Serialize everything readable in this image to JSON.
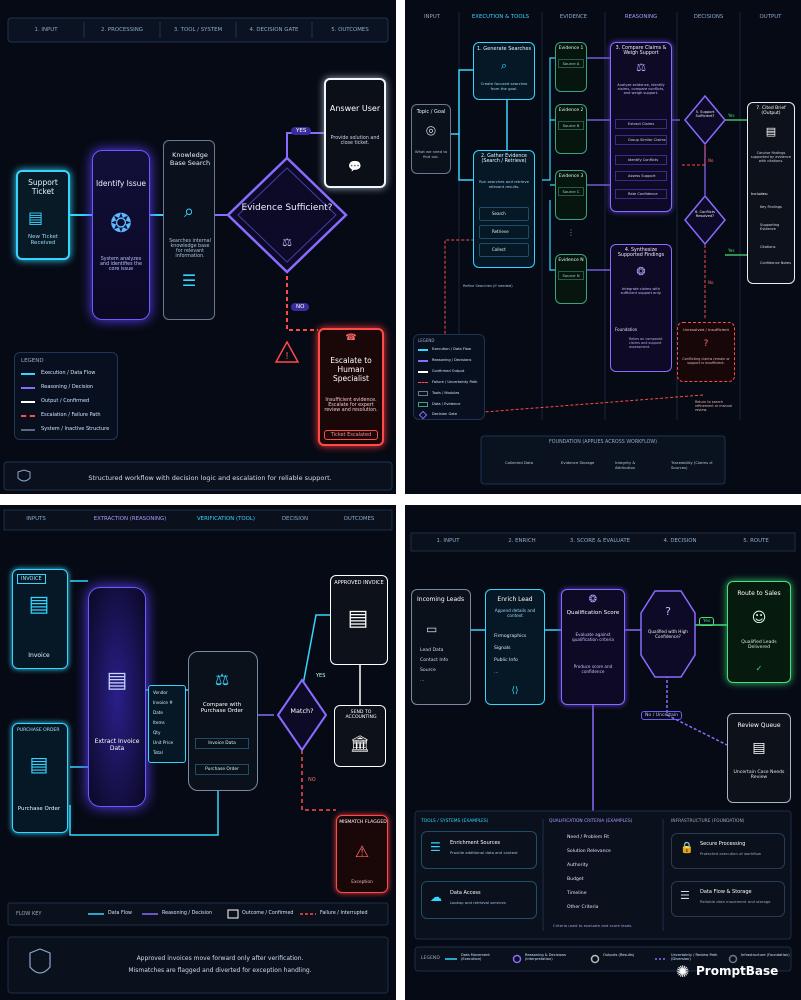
{
  "p1": {
    "stages": [
      "1. INPUT",
      "2. PROCESSING",
      "3. TOOL / SYSTEM",
      "4. DECISION GATE",
      "5. OUTCOMES"
    ],
    "ticket_title": "Support Ticket",
    "ticket_sub": "New Ticket Received",
    "identify_title": "Identify Issue",
    "identify_sub": "System analyzes and identifies the core issue",
    "kb_title": "Knowledge Base Search",
    "kb_sub": "Searches internal knowledge base for relevant information.",
    "gate": "Evidence Sufficient?",
    "yes": "YES",
    "no": "NO",
    "answer_title": "Answer User",
    "answer_sub": "Provide solution and close ticket.",
    "escalate_title": "Escalate to Human Specialist",
    "escalate_sub": "Insufficient evidence. Escalate for expert review and resolution.",
    "escalate_badge": "Ticket Escalated",
    "legend_title": "LEGEND",
    "legend": [
      "Execution / Data Flow",
      "Reasoning / Decision",
      "Output / Confirmed",
      "Escalation / Failure Path",
      "System / Inactive Structure"
    ],
    "legend_colors": [
      "#35d5ff",
      "#8a6bff",
      "#ffffff",
      "#ff4a4a",
      "#5a6b80"
    ],
    "footer": "Structured workflow with decision logic and escalation for reliable support."
  },
  "p2": {
    "columns": [
      "INPUT",
      "EXECUTION & TOOLS",
      "EVIDENCE",
      "REASONING",
      "DECISIONS",
      "OUTPUT"
    ],
    "topic_title": "Topic / Goal",
    "topic_sub": "What we need to find out.",
    "gen_title": "1. Generate Searches",
    "gen_sub": "Create focused searches from the goal.",
    "gather_title": "2. Gather Evidence (Search / Retrieve)",
    "gather_sub": "Run searches and retrieve relevant results.",
    "gather_items": [
      "Search",
      "Retrieve",
      "Collect"
    ],
    "evidence": [
      {
        "title": "Evidence 1",
        "src": "Source A"
      },
      {
        "title": "Evidence 2",
        "src": "Source B"
      },
      {
        "title": "Evidence 3",
        "src": "Source C"
      },
      {
        "title": "Evidence N",
        "src": "Source N"
      }
    ],
    "compare_title": "3. Compare Claims & Weigh Support",
    "compare_sub": "Analyze evidence, identify claims, compare conflicts, and weigh support.",
    "compare_items": [
      "Extract Claims",
      "Group Similar Claims",
      "Identify Conflicts",
      "Assess Support",
      "Rate Confidence"
    ],
    "synth_title": "4. Synthesize Supported Findings",
    "synth_sub": "Integrate claims with sufficient support only.",
    "foundation_title": "Foundation",
    "foundation_sub": "Relies on compared claims and support assessment.",
    "d5": "5. Support Sufficient?",
    "d6": "6. Conflicts Resolved?",
    "yes": "Yes",
    "no": "No",
    "brief_title": "7. Cited Brief (Output)",
    "brief_sub": "Concise findings supported by evidence with citations.",
    "brief_includes": "Includes:",
    "brief_items": [
      "Key Findings",
      "Supporting Evidence",
      "Citations",
      "Confidence Notes"
    ],
    "unres_title": "Unresolved / Insufficient",
    "unres_sub": "Conflicting claims remain or support is insufficient.",
    "return": "Return to search refinement or manual review.",
    "refine": "Refine Searches (if needed)",
    "legend_title": "LEGEND",
    "legend": [
      "Execution / Data Flow",
      "Reasoning / Decisions",
      "Confirmed Output",
      "Failure / Uncertainty Path",
      "Tools / Modules",
      "Data / Evidence",
      "Decision Gate"
    ],
    "foundation_bar": "FOUNDATION (APPLIES ACROSS WORKFLOW)",
    "foundation_items": [
      "Collected Data",
      "Evidence Storage",
      "Integrity & Attribution",
      "Traceability (Claims ⇄ Sources)"
    ]
  },
  "p3": {
    "stages": [
      "INPUTS",
      "EXTRACTION (REASONING)",
      "VERIFICATION (TOOL)",
      "DECISION",
      "OUTCOMES"
    ],
    "invoice_tag": "INVOICE",
    "invoice_label": "Invoice",
    "po_tag": "PURCHASE ORDER",
    "po_label": "Purchase Order",
    "extract": "Extract Invoice Data",
    "fields": [
      "Vendor",
      "Invoice #",
      "Date",
      "Items",
      "Qty",
      "Unit Price",
      "Total"
    ],
    "compare": "Compare with Purchase Order",
    "inv_data": "Invoice Data",
    "po_order": "Purchase Order",
    "match": "Match?",
    "yes": "YES",
    "no": "NO",
    "approved": "APPROVED INVOICE",
    "send": "SEND TO ACCOUNTING",
    "mismatch": "MISMATCH FLAGGED",
    "exception": "Exception",
    "key_title": "FLOW KEY",
    "key": [
      "Data Flow",
      "Reasoning / Decision",
      "Outcome / Confirmed",
      "Failure / Interrupted"
    ],
    "footer1": "Approved invoices move forward only after verification.",
    "footer2": "Mismatches are flagged and diverted for exception handling."
  },
  "p4": {
    "stages": [
      "1. INPUT",
      "2. ENRICH",
      "3. SCORE & EVALUATE",
      "4. DECISION",
      "5. ROUTE"
    ],
    "leads_title": "Incoming Leads",
    "leads_items": [
      "Lead Data",
      "Contact Info",
      "Source",
      "..."
    ],
    "enrich_title": "Enrich Lead",
    "enrich_sub": "Append details and context",
    "enrich_items": [
      "Firmographics",
      "Signals",
      "Public Info",
      "..."
    ],
    "score_title": "Qualification Score",
    "score_sub": "Evaluate against qualification criteria",
    "score_sub2": "Produce score and confidence",
    "qualified": "Qualified with High Confidence?",
    "yes": "Yes",
    "no": "No / Uncertain",
    "route_title": "Route to Sales",
    "route_sub": "Qualified Leads Delivered",
    "review_title": "Review Queue",
    "review_sub": "Uncertain Case Needs Review",
    "tools_title": "TOOLS / SYSTEMS (EXAMPLES)",
    "tools": [
      {
        "title": "Enrichment Sources",
        "sub": "Provide additional data and context"
      },
      {
        "title": "Data Access",
        "sub": "Lookup and retrieval services"
      }
    ],
    "criteria_title": "QUALIFICATION CRITERIA (EXAMPLES)",
    "criteria": [
      "Need / Problem Fit",
      "Solution Relevance",
      "Authority",
      "Budget",
      "Timeline",
      "Other Criteria"
    ],
    "criteria_note": "Criteria used to evaluate and score leads.",
    "infra_title": "INFRASTRUCTURE (FOUNDATION)",
    "infra": [
      {
        "title": "Secure Processing",
        "sub": "Protected execution of workflow"
      },
      {
        "title": "Data Flow & Storage",
        "sub": "Reliable data movement and storage"
      }
    ],
    "legend_title": "LEGEND",
    "legend": [
      "Data Movement (Execution)",
      "Reasoning & Decisions (Interpretation)",
      "Outputs (Results)",
      "Uncertainty / Review Path (Diversion)",
      "Infrastructure (Foundation)"
    ]
  },
  "watermark": "PromptBase",
  "colors": {
    "cyan": "#35d5ff",
    "purple": "#8a6bff",
    "green": "#48e07a",
    "red": "#ff4a4a",
    "white": "#f2f6ff"
  }
}
